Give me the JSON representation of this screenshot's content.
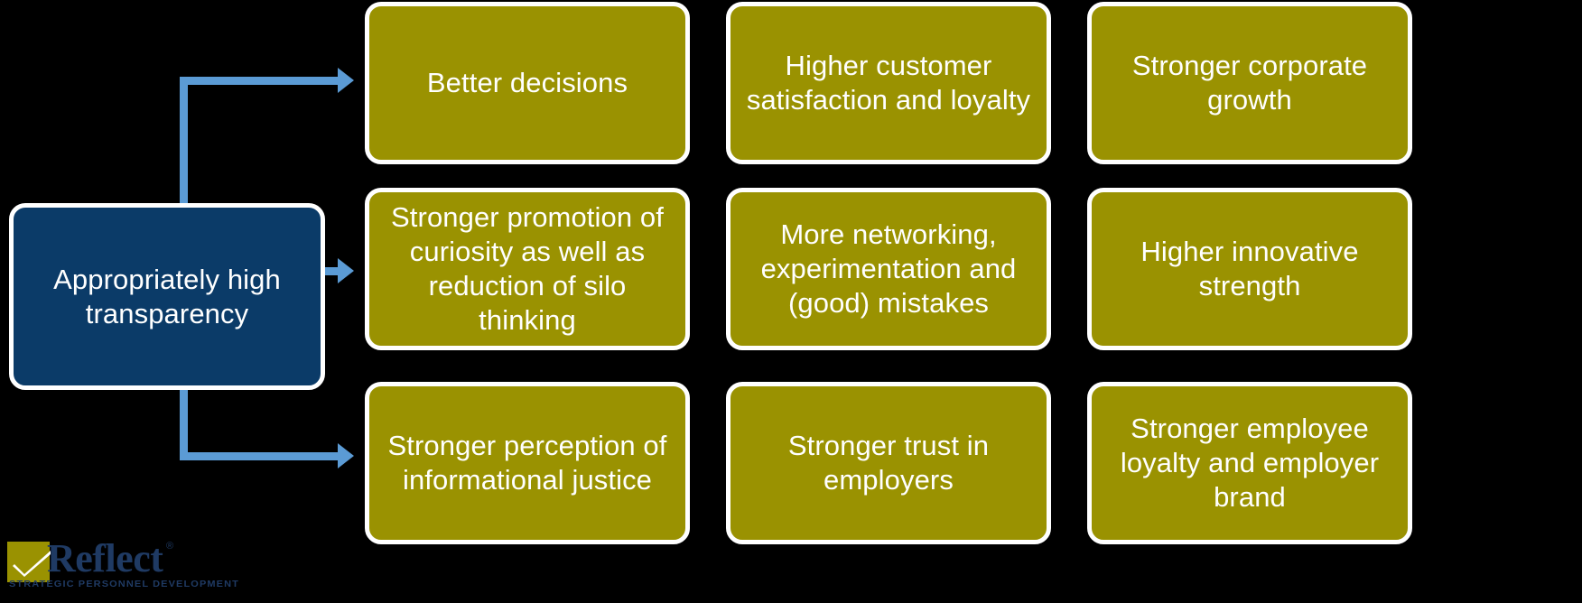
{
  "diagram": {
    "title": "Appropriately high transparency benefits flow",
    "source_node": {
      "label": "Appropriately high transparency",
      "color": "#0B3B68"
    },
    "node_color": "#9A9201",
    "border_color": "#FFFFFF",
    "connector_color": "#5B9BD5",
    "background_color": "#000000",
    "rows": [
      {
        "id": "row-1",
        "stages": [
          {
            "id": "r1c1",
            "label": "Better decisions",
            "font_size": 31
          },
          {
            "id": "r1c2",
            "label": "Higher customer satisfaction and loyalty",
            "font_size": 31
          },
          {
            "id": "r1c3",
            "label": "Stronger corporate growth",
            "font_size": 31
          }
        ]
      },
      {
        "id": "row-2",
        "stages": [
          {
            "id": "r2c1",
            "label": "Stronger promotion of curiosity as well as reduction of silo thinking",
            "font_size": 31
          },
          {
            "id": "r2c2",
            "label": "More networking, experimentation and (good) mistakes",
            "font_size": 31
          },
          {
            "id": "r2c3",
            "label": "Higher innovative strength",
            "font_size": 31
          }
        ]
      },
      {
        "id": "row-3",
        "stages": [
          {
            "id": "r3c1",
            "label": "Stronger perception of informational justice",
            "font_size": 31
          },
          {
            "id": "r3c2",
            "label": "Stronger trust in employers",
            "font_size": 31
          },
          {
            "id": "r3c3",
            "label": "Stronger employee loyalty and employer brand",
            "font_size": 31
          }
        ]
      }
    ]
  },
  "logo": {
    "wordmark": "Reflect",
    "registered_mark": "®",
    "tagline": "STRATEGIC PERSONNEL DEVELOPMENT",
    "mark_color": "#9A9201",
    "text_color": "#1F3A63"
  }
}
